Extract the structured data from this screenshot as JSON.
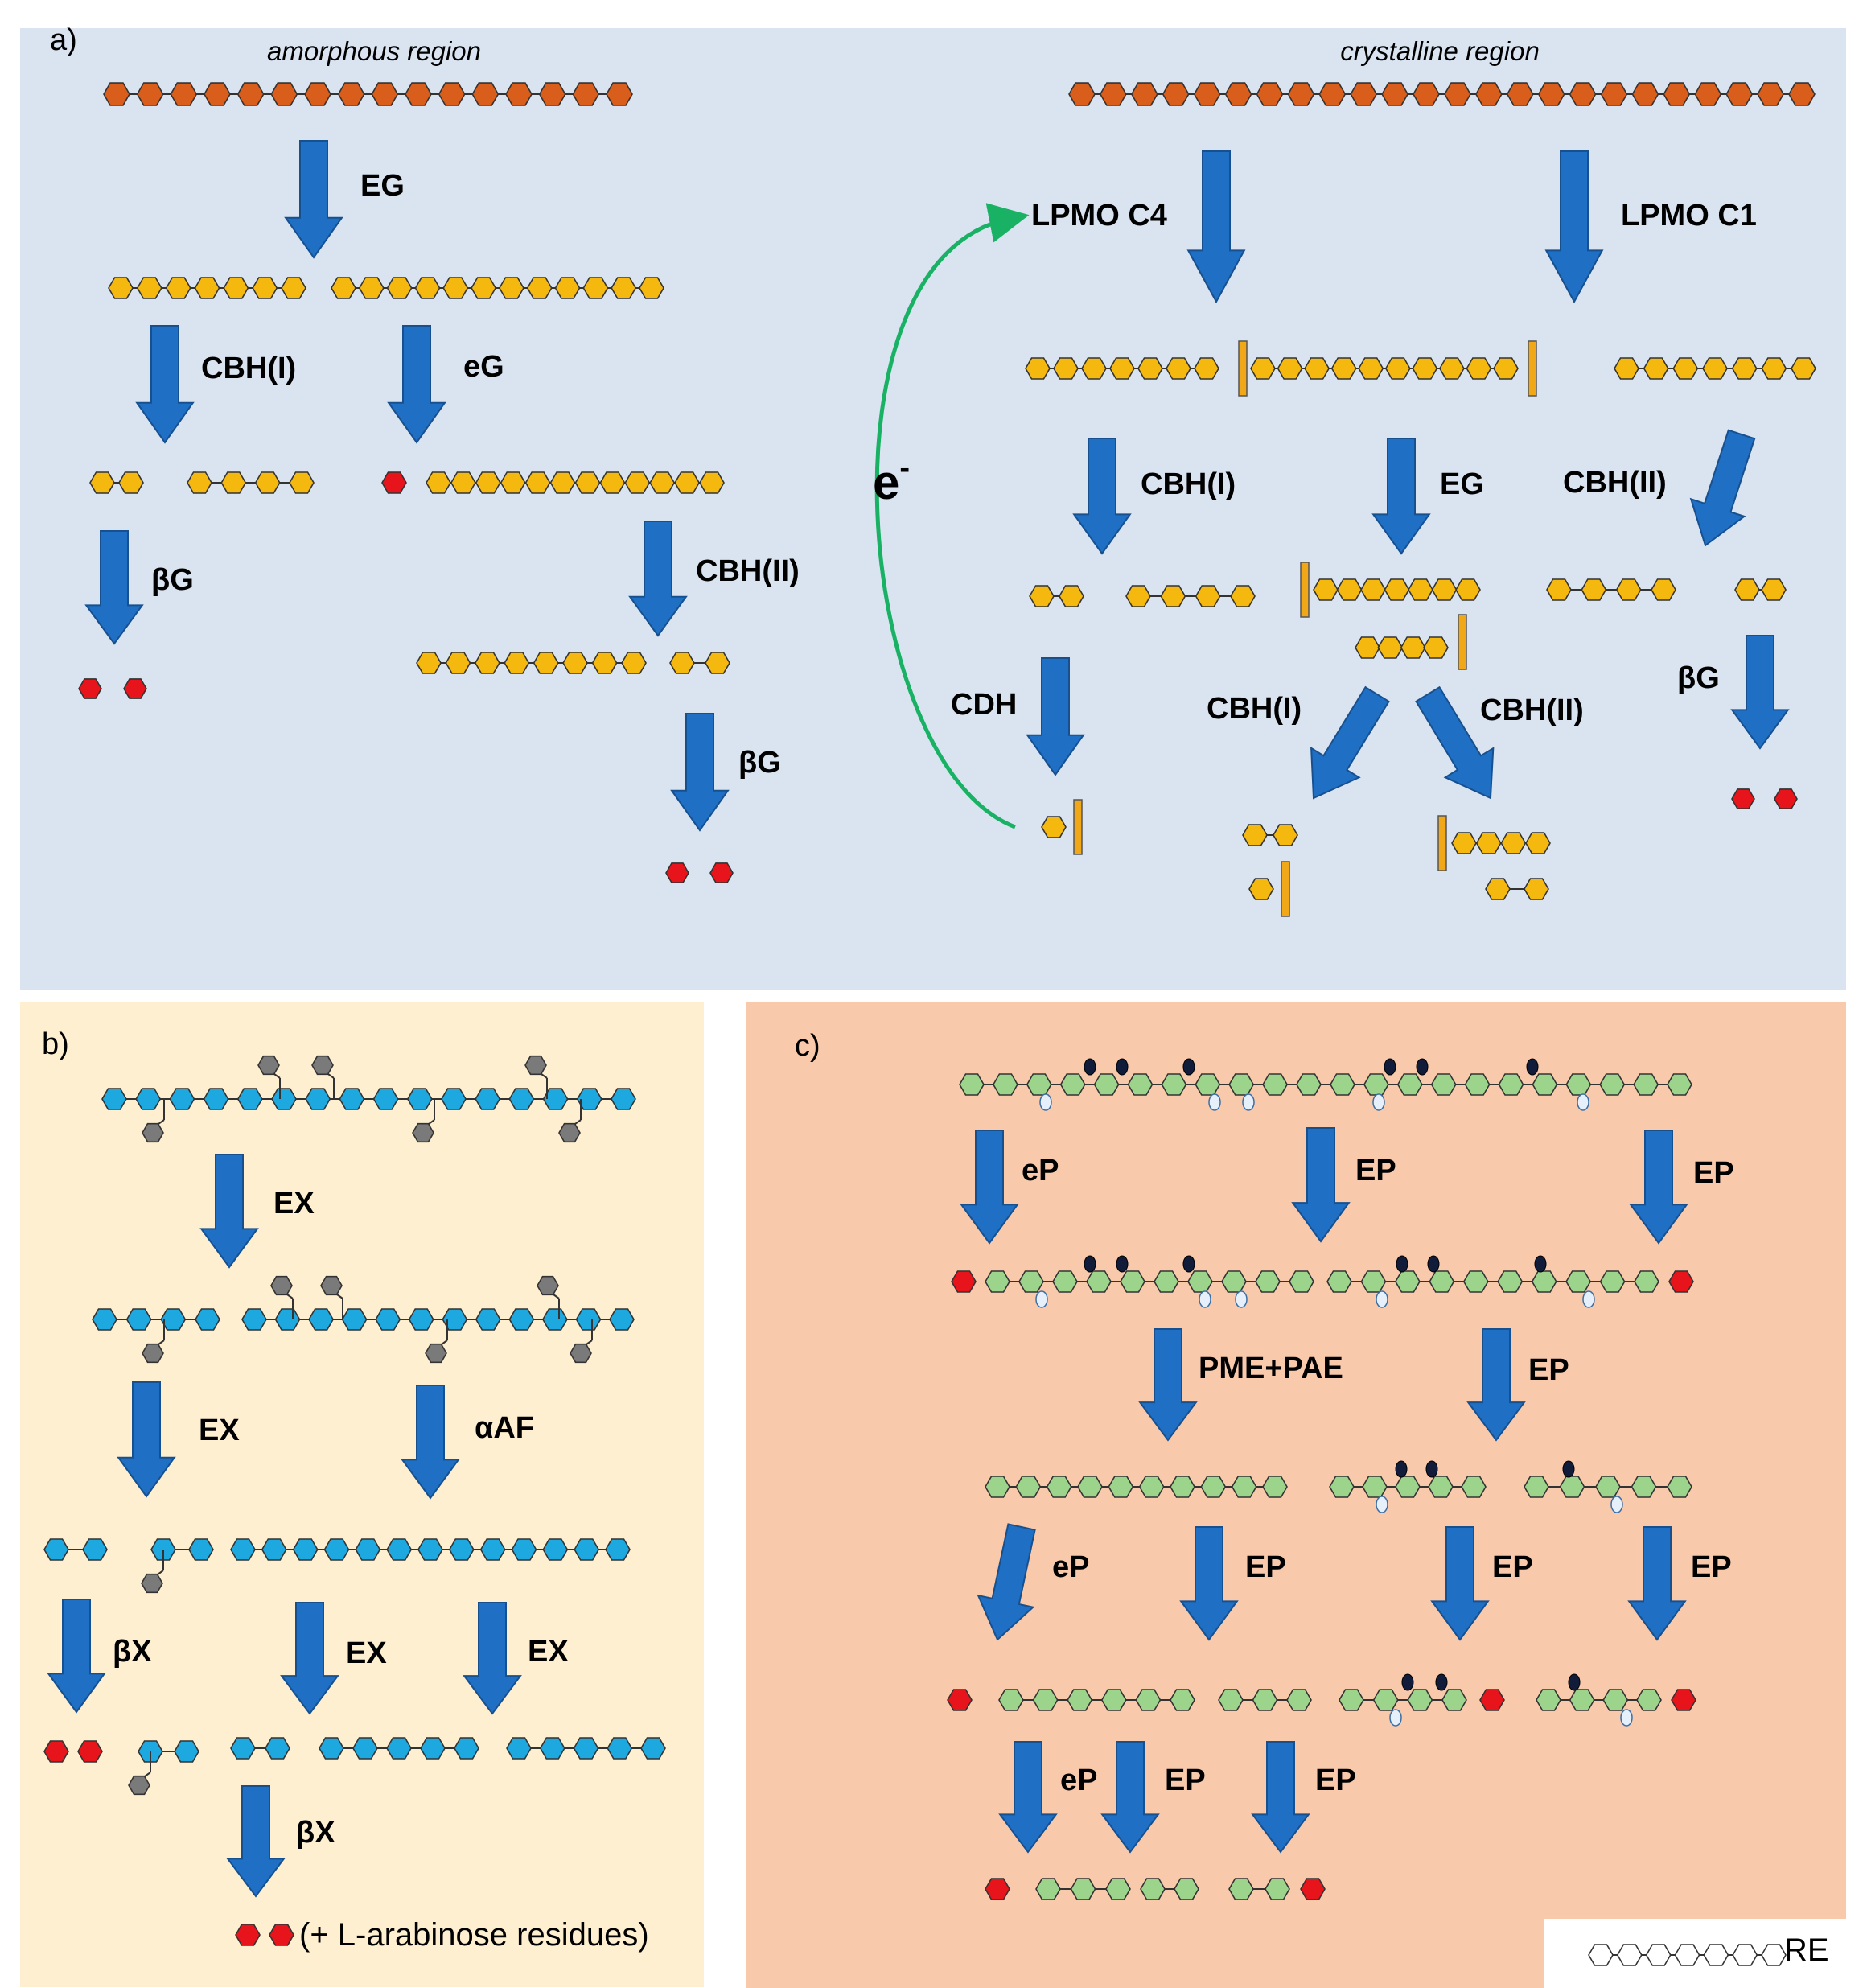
{
  "panels": {
    "a": {
      "letter": "a)",
      "amorphous_label": "amorphous region",
      "crystalline_label": "crystalline region",
      "electron_label": "e",
      "electron_sup": "-"
    },
    "b": {
      "letter": "b)"
    },
    "c": {
      "letter": "c)"
    }
  },
  "footnote": {
    "text": "(+ L-arabinose residues)"
  },
  "legend": {
    "text": "RE"
  },
  "enzymes": {
    "a1": "EG",
    "a2": "CBH(I)",
    "a3": "eG",
    "a4": "βG",
    "a5": "CBH(II)",
    "a6": "βG",
    "a7": "LPMO C4",
    "a8": "LPMO C1",
    "a9": "CBH(I)",
    "a10": "EG",
    "a11": "CBH(II)",
    "a12": "CDH",
    "a13": "CBH(I)",
    "a14": "CBH(II)",
    "a15": "βG",
    "b1": "EX",
    "b2": "EX",
    "b3": "αAF",
    "b4": "βX",
    "b5": "EX",
    "b6": "EX",
    "b7": "βX",
    "c1": "eP",
    "c2": "EP",
    "c3": "EP",
    "c4": "PME+PAE",
    "c5": "EP",
    "c6": "eP",
    "c7": "EP",
    "c8": "EP",
    "c9": "EP",
    "c10": "eP",
    "c11": "EP",
    "c12": "EP"
  },
  "colors": {
    "panel_a_bg": "#dae4f1",
    "panel_b_bg": "#fdefd0",
    "panel_c_bg": "#f8c9ab",
    "cellulose_chain": "#d95d1b",
    "cellooligo": "#f5b80f",
    "glucose_re": "#e8141b",
    "xylan": "#1ea8e0",
    "arabinose": "#7a7a7a",
    "pectin": "#9dd48c",
    "methyl": "#111c3a",
    "acetyl": "#e6f0fb",
    "arrow": "#1f6fc4",
    "electron_arrow": "#19b264",
    "oxidized_end": "#f0a818"
  },
  "icons": {
    "arrows": "down-arrow-icon",
    "monomers": "hexagon-icon"
  }
}
